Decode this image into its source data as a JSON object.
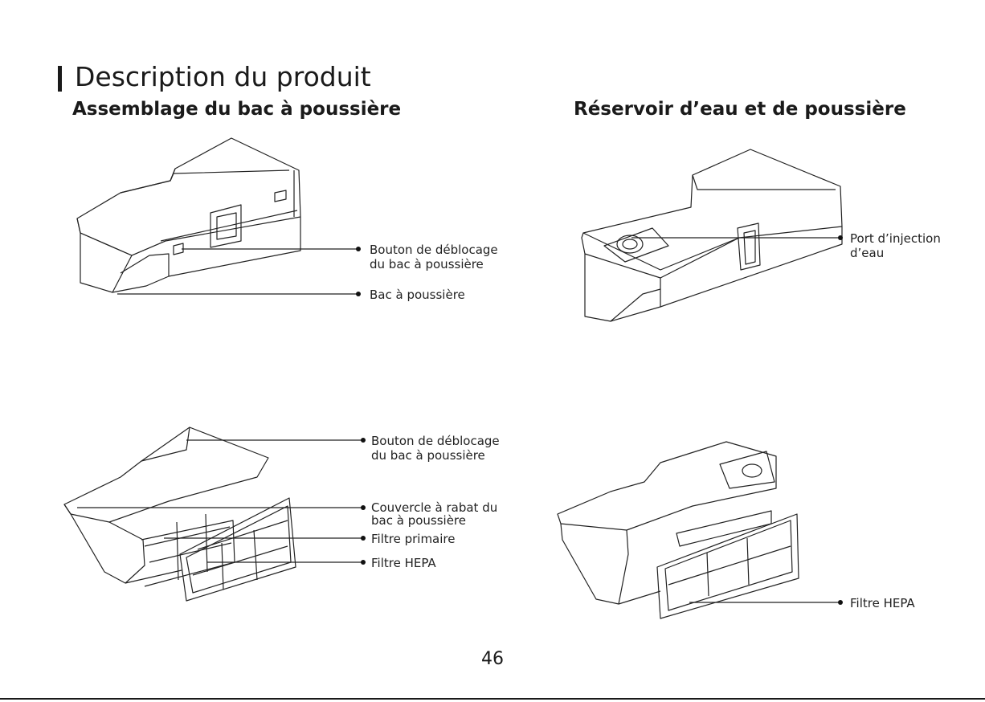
{
  "page": {
    "title": "Description du produit",
    "page_number": "46"
  },
  "sections": {
    "left": {
      "title": "Assemblage du bac à poussière"
    },
    "right": {
      "title": "Réservoir d’eau et de poussière"
    }
  },
  "callouts": {
    "tl_release": [
      "Bouton de déblocage",
      "du bac à poussière"
    ],
    "tl_bin": "Bac à poussière",
    "tr_water_port": [
      "Port d’injection",
      "d’eau"
    ],
    "bl_release": [
      "Bouton de déblocage",
      "du bac à poussière"
    ],
    "bl_flap": [
      "Couvercle à rabat du",
      "bac à poussière"
    ],
    "bl_primary": "Filtre primaire",
    "bl_hepa": "Filtre HEPA",
    "br_hepa": "Filtre HEPA"
  }
}
